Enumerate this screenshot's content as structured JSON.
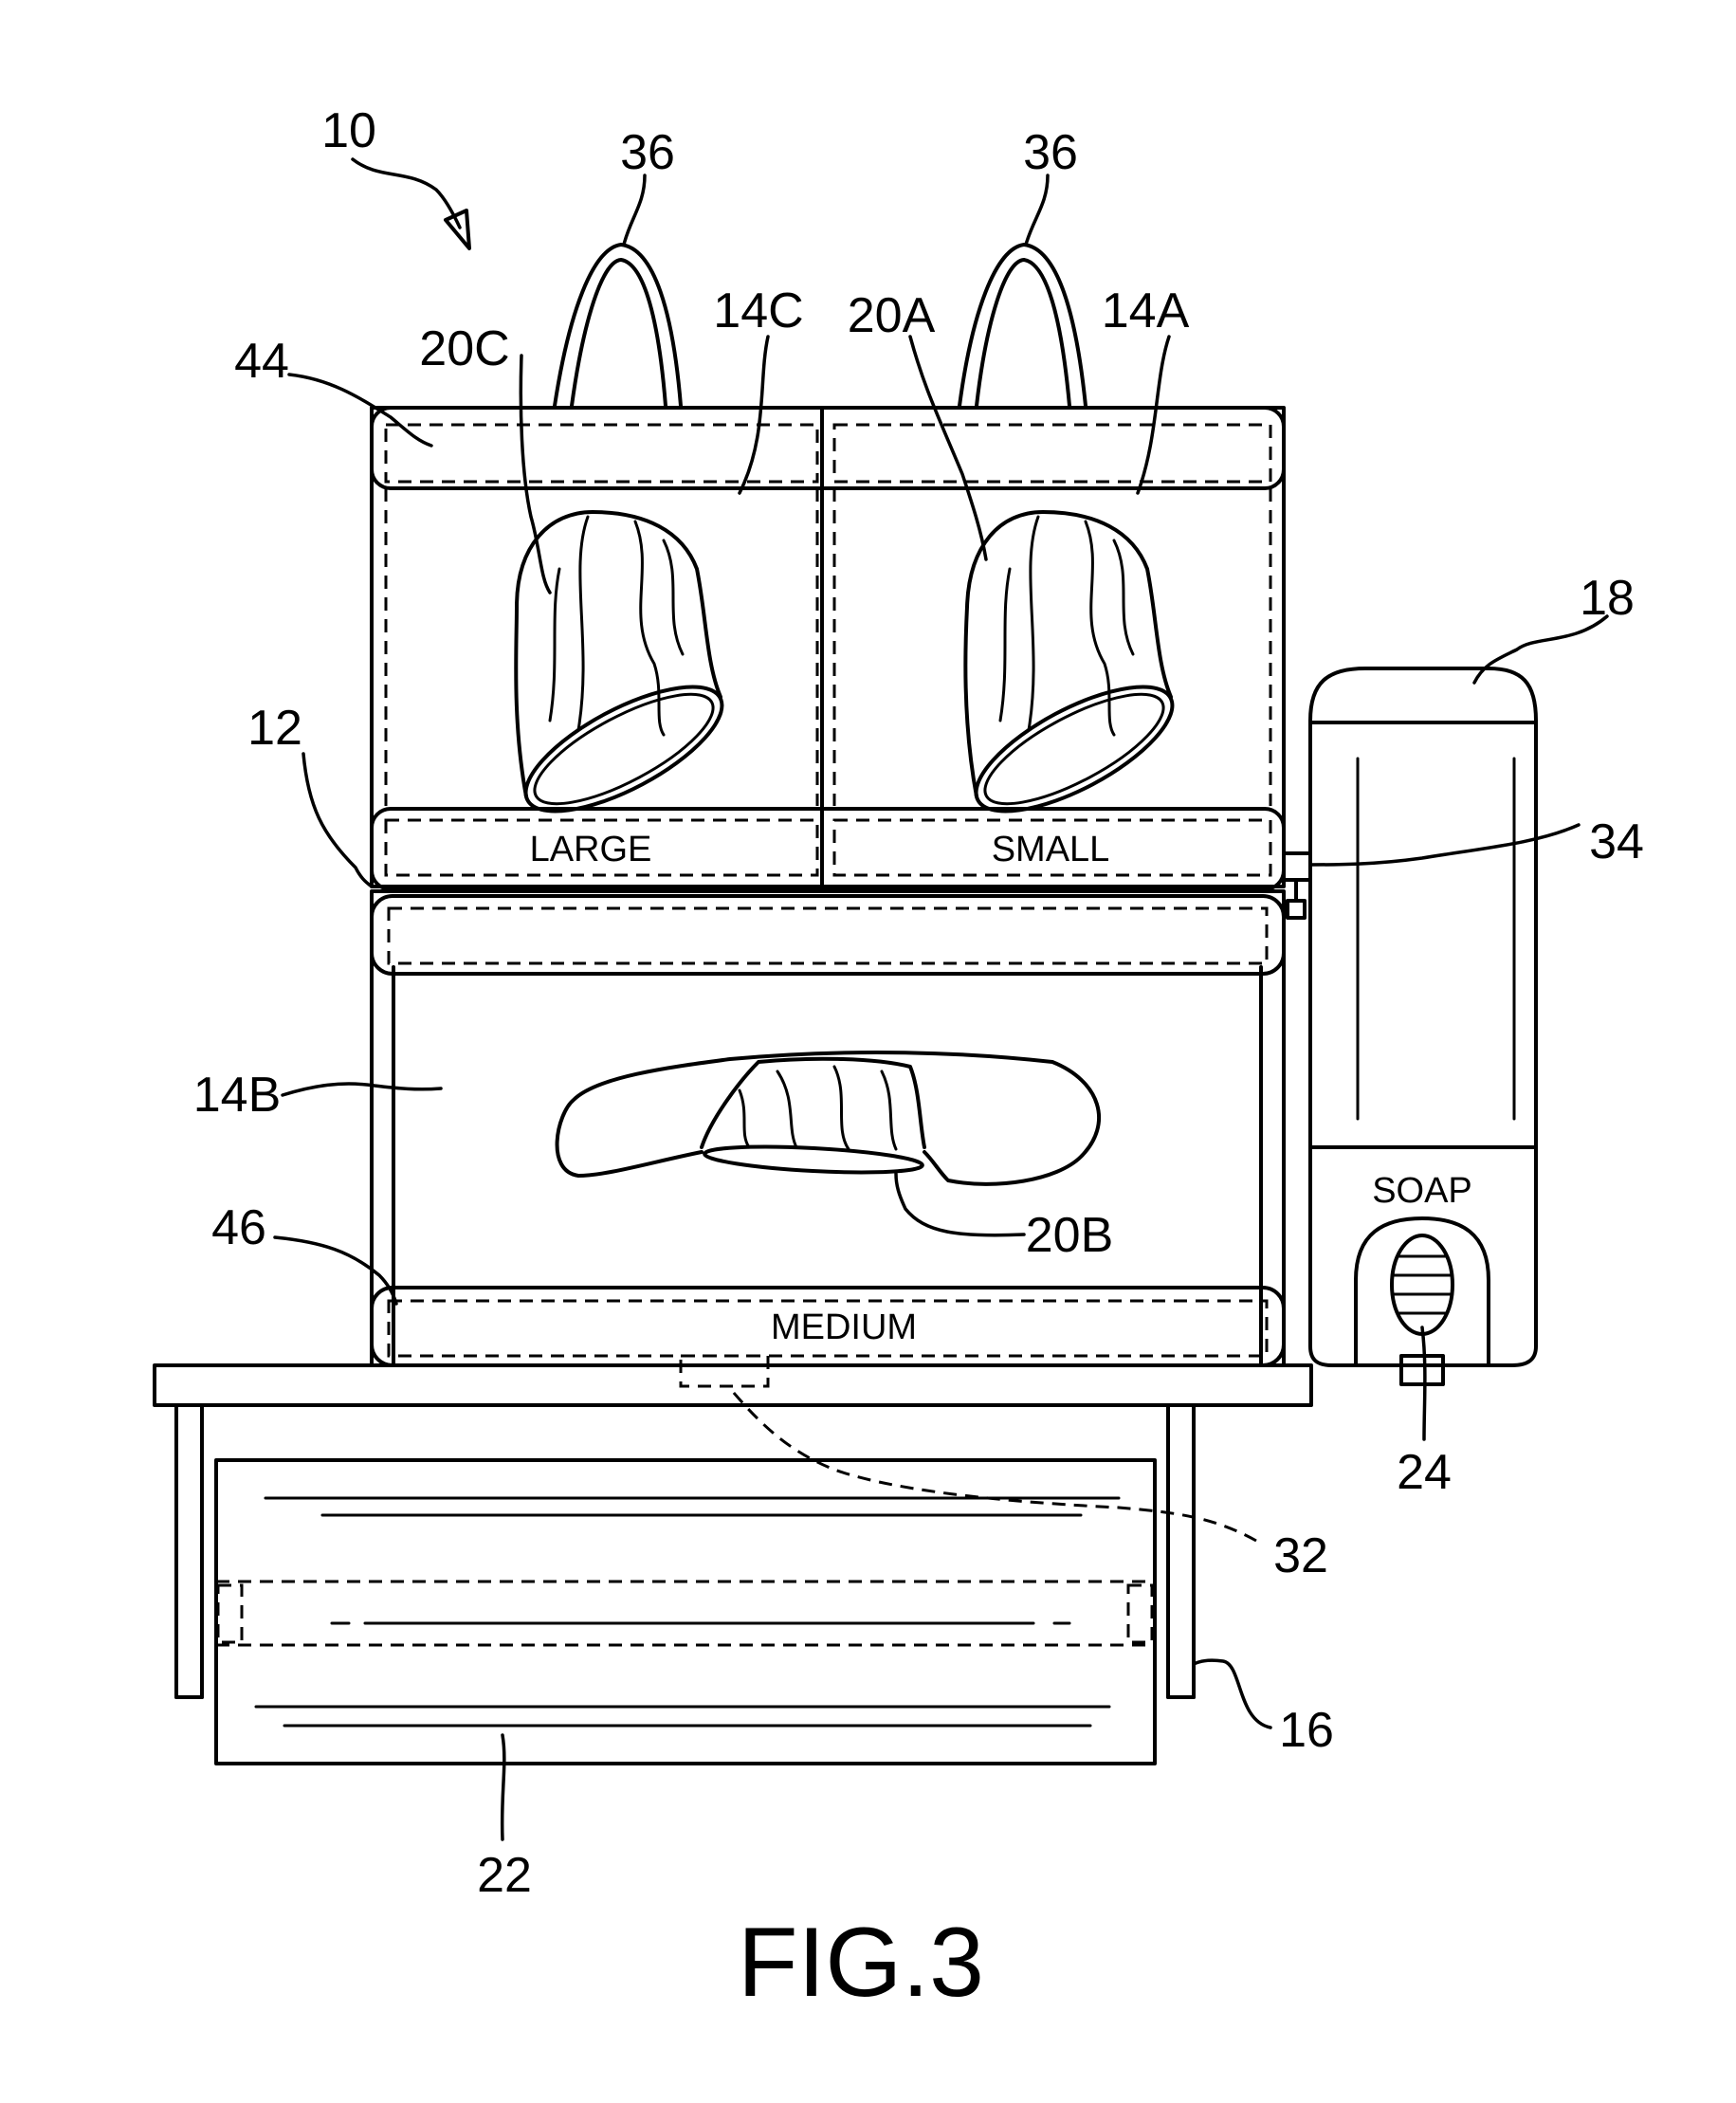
{
  "figure_label": "FIG.3",
  "labels": {
    "large": "LARGE",
    "small": "SMALL",
    "medium": "MEDIUM",
    "soap": "SOAP"
  },
  "refs": {
    "r10": "10",
    "r36a": "36",
    "r36b": "36",
    "r44": "44",
    "r20c": "20C",
    "r14c": "14C",
    "r20a": "20A",
    "r14a": "14A",
    "r18": "18",
    "r12": "12",
    "r34": "34",
    "r14b": "14B",
    "r46": "46",
    "r20b": "20B",
    "r24": "24",
    "r32": "32",
    "r16": "16",
    "r22": "22"
  }
}
